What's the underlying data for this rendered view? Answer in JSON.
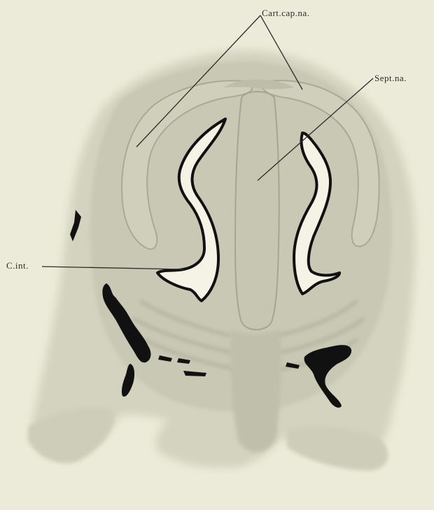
{
  "figure": {
    "labels": {
      "cart_cap_na": "Cart.cap.na.",
      "sept_na": "Sept.na.",
      "c_int": "C.int."
    },
    "colors": {
      "paper": "#ecebd9",
      "tissue_outer": "#d3d3c0",
      "tissue_mid": "#c8c8b4",
      "tissue_dark": "#b6b6a2",
      "cartilage": "#cfcfbc",
      "cavity": "#f4f3e6",
      "ink": "#111111"
    }
  }
}
